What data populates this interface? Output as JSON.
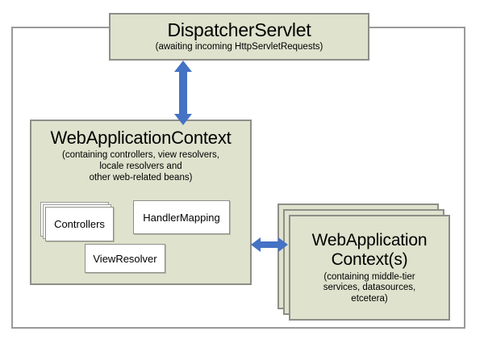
{
  "diagram": {
    "type": "architecture-block-diagram",
    "accent_color": "#4472c4",
    "node_fill": "#dfe2cd",
    "node_border": "#8e8e88",
    "leaf_fill": "#ffffff",
    "frame_border": "#9a9a9a",
    "background": "#ffffff",
    "nodes": {
      "dispatcher": {
        "title": "DispatcherServlet",
        "subtitle": "(awaiting incoming HttpServletRequests)"
      },
      "web_application_context": {
        "title": "WebApplicationContext",
        "subtitle": "(containing controllers, view resolvers,\nlocale resolvers and\nother web-related beans)",
        "children": [
          {
            "label": "Controllers",
            "stacked": true
          },
          {
            "label": "HandlerMapping",
            "stacked": false
          },
          {
            "label": "ViewResolver",
            "stacked": false
          }
        ]
      },
      "root_application_contexts": {
        "title": "WebApplication\nContext(s)",
        "subtitle": "(containing middle-tier\nservices, datasources,\netcetera)",
        "stacked": true,
        "stack_count": 3
      }
    },
    "connectors": [
      {
        "name": "dispatcher-to-webapplicationcontext",
        "orientation": "vertical",
        "double_headed": true,
        "from": "dispatcher",
        "to": "web_application_context"
      },
      {
        "name": "webapplicationcontext-to-root-contexts",
        "orientation": "horizontal",
        "double_headed": true,
        "from": "web_application_context",
        "to": "root_application_contexts"
      }
    ]
  }
}
